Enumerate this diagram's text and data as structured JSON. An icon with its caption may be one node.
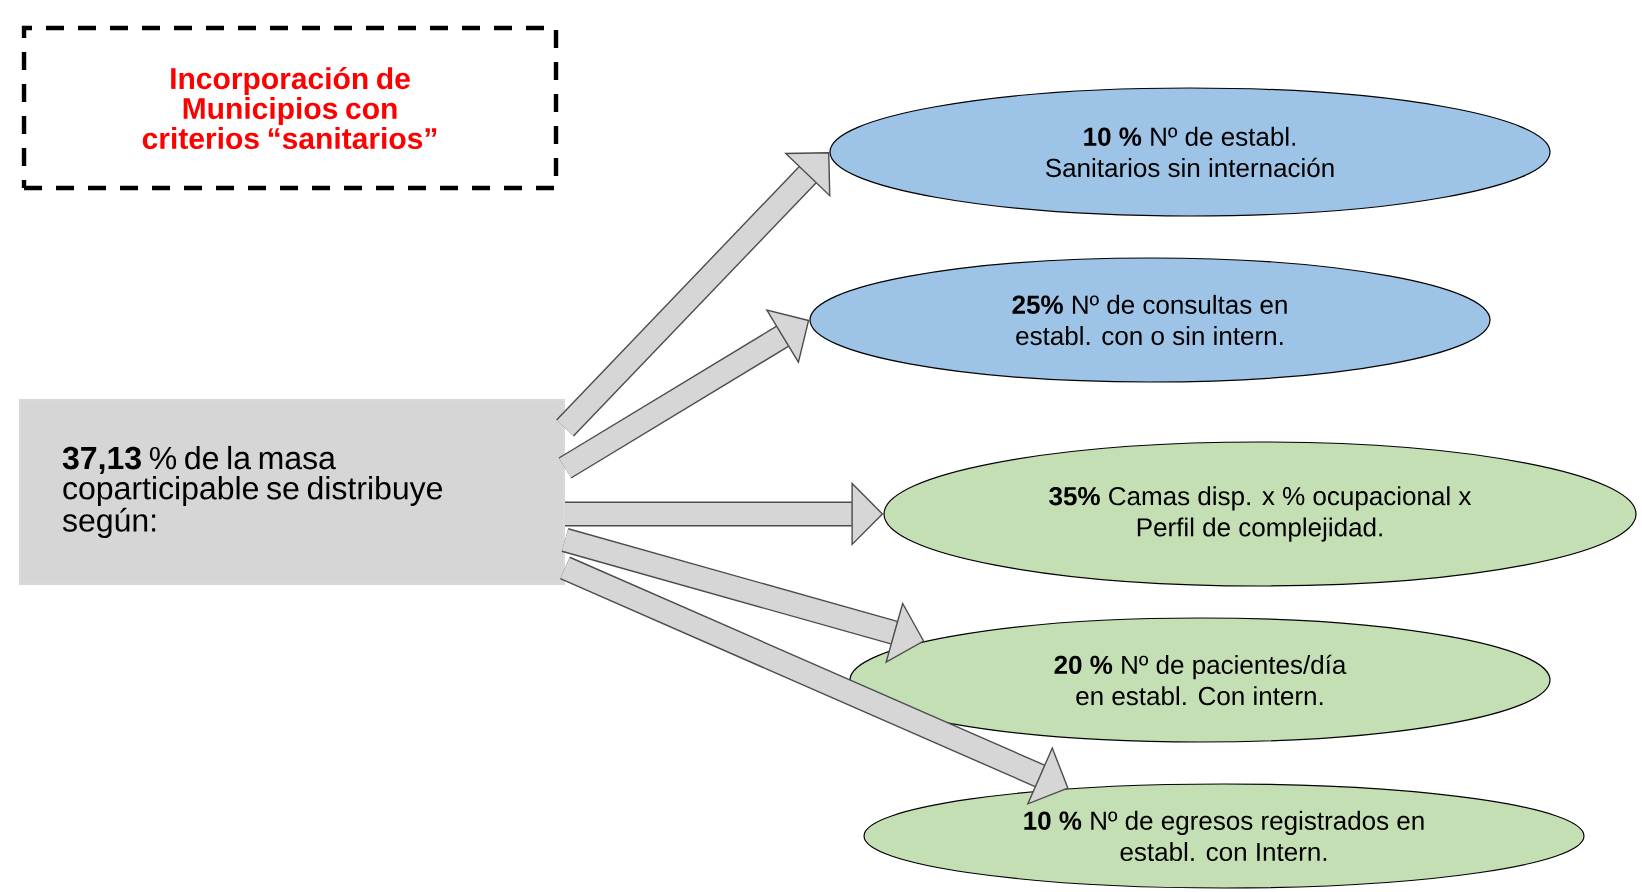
{
  "diagram": {
    "nodes": [
      {
        "text": [
          "Incorporación de Municipios con criterios “sanitarios”"
        ]
      },
      {
        "text": [
          "**37,13** % de la masa coparticipable se distribuye según:"
        ]
      },
      {
        "text": [
          "**10 %** Nº de establ. Sanitarios sin internación"
        ]
      },
      {
        "text": [
          "**25%** Nº de consultas en establ. con o sin intern."
        ]
      },
      {
        "text": [
          "**35%** Camas disp. x % ocupacional x Perfil de complejidad."
        ]
      },
      {
        "text": [
          "**20 %** Nº de pacientes/día en establ. Con intern."
        ]
      },
      {
        "text": [
          "**10 %** Nº de egresos registrados en establ. con Intern."
        ]
      }
    ],
    "edges": [
      {
        "from": 1,
        "to": 2,
        "arrow": "to"
      },
      {
        "from": 1,
        "to": 3,
        "arrow": "to"
      },
      {
        "from": 1,
        "to": 4,
        "arrow": "to"
      },
      {
        "from": 1,
        "to": 5,
        "arrow": "to"
      },
      {
        "from": 1,
        "to": 6,
        "arrow": "to"
      }
    ]
  }
}
